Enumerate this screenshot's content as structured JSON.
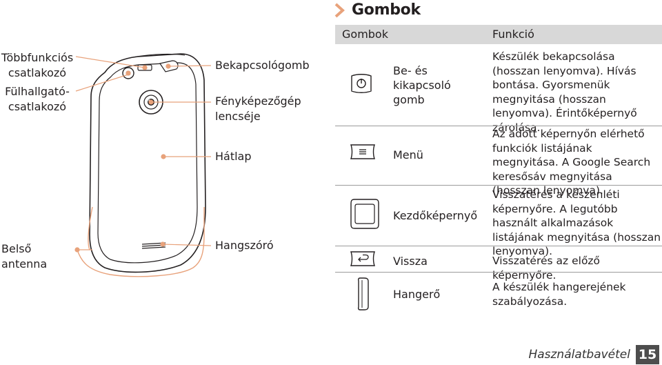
{
  "left_labels": {
    "multifunction_jack": "Többfunkciós csatlakozó",
    "headset_jack": "Fülhallgató-csatlakozó",
    "internal_antenna": "Belső antenna"
  },
  "right_labels": {
    "power_key": "Bekapcsológomb",
    "camera_lens": "Fényképezőgép lencséje",
    "back_cover": "Hátlap",
    "speaker": "Hangszóró"
  },
  "heading": "Gombok",
  "table": {
    "col_keys": "Gombok",
    "col_function": "Funkció",
    "rows": [
      {
        "icon": "power-key-icon",
        "label": "Be- és kikapcsoló gomb",
        "function": "Készülék bekapcsolása (hosszan lenyomva). Hívás bontása. Gyorsmenük megnyitása (hosszan lenyomva). Érintőképernyő zárolása."
      },
      {
        "icon": "menu-key-icon",
        "label": "Menü",
        "function": "Az adott képernyőn elérhető funkciók listájának megnyitása. A Google Search keresősáv megnyitása (hosszan lenyomva)."
      },
      {
        "icon": "home-key-icon",
        "label": "Kezdőképernyő",
        "function": "Visszatérés a készenléti képernyőre. A legutóbb használt alkalmazások listájának megnyitása (hosszan lenyomva)."
      },
      {
        "icon": "back-key-icon",
        "label": "Vissza",
        "function": "Visszatérés az előző képernyőre."
      },
      {
        "icon": "volume-key-icon",
        "label": "Hangerő",
        "function": "A készülék hangerejének szabályozása."
      }
    ]
  },
  "footer": {
    "section": "Használatbavétel",
    "page": "15"
  }
}
